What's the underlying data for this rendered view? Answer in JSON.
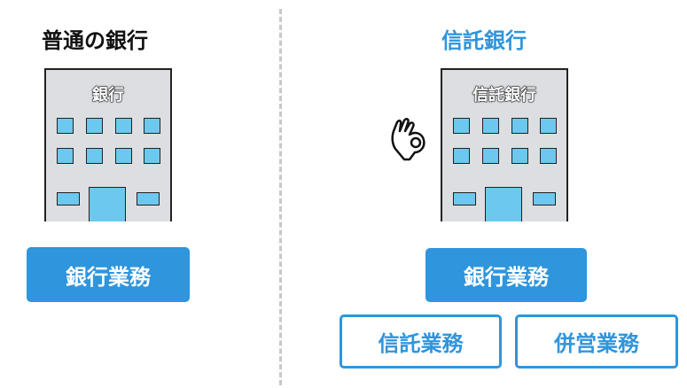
{
  "left": {
    "title": "普通の銀行",
    "building_sign": "銀行",
    "services": [
      "銀行業務"
    ]
  },
  "right": {
    "title": "信託銀行",
    "building_sign": "信託銀行",
    "services": [
      "銀行業務"
    ],
    "extra_services": [
      "信託業務",
      "併営業務"
    ],
    "icon": "ok-hand-icon"
  },
  "colors": {
    "accent": "#2f95dc",
    "window": "#6cc8ee",
    "building": "#dcdee2"
  }
}
